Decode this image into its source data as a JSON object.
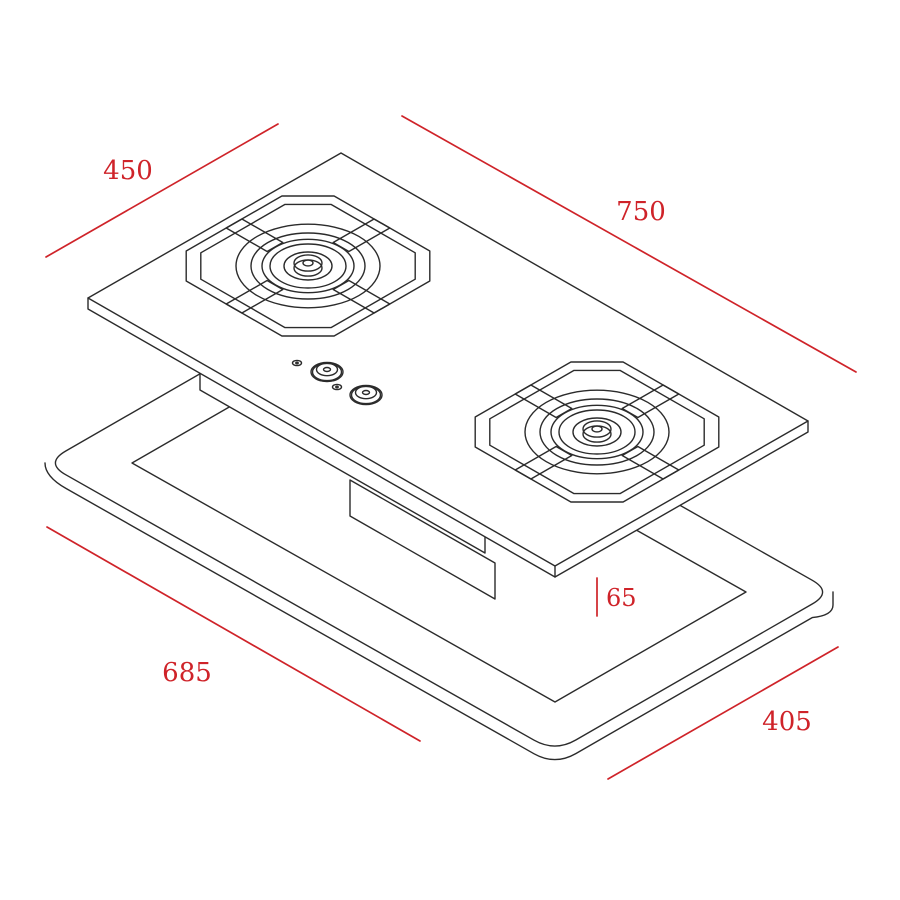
{
  "colors": {
    "line": "#2b2b2b",
    "dimension_red": "#cf2329",
    "background": "#ffffff"
  },
  "diagram": {
    "dimensions": {
      "dim_450": "450",
      "dim_750": "750",
      "dim_685": "685",
      "dim_405": "405",
      "dim_65": "65"
    }
  }
}
